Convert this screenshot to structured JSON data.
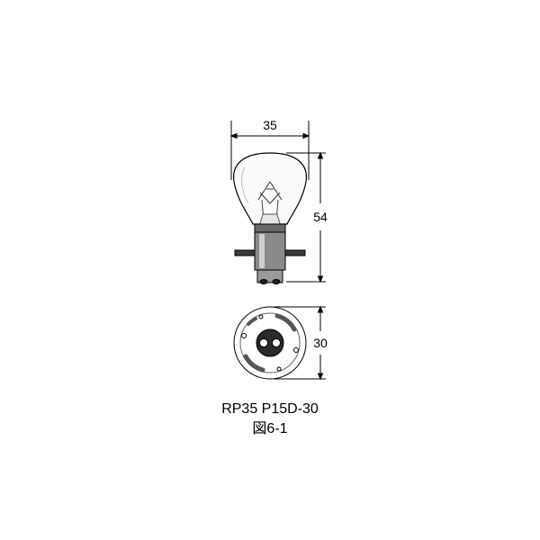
{
  "dimensions": {
    "width": "35",
    "height": "54",
    "base_diameter": "30"
  },
  "caption": {
    "model": "RP35 P15D-30",
    "figure": "図6-1"
  }
}
